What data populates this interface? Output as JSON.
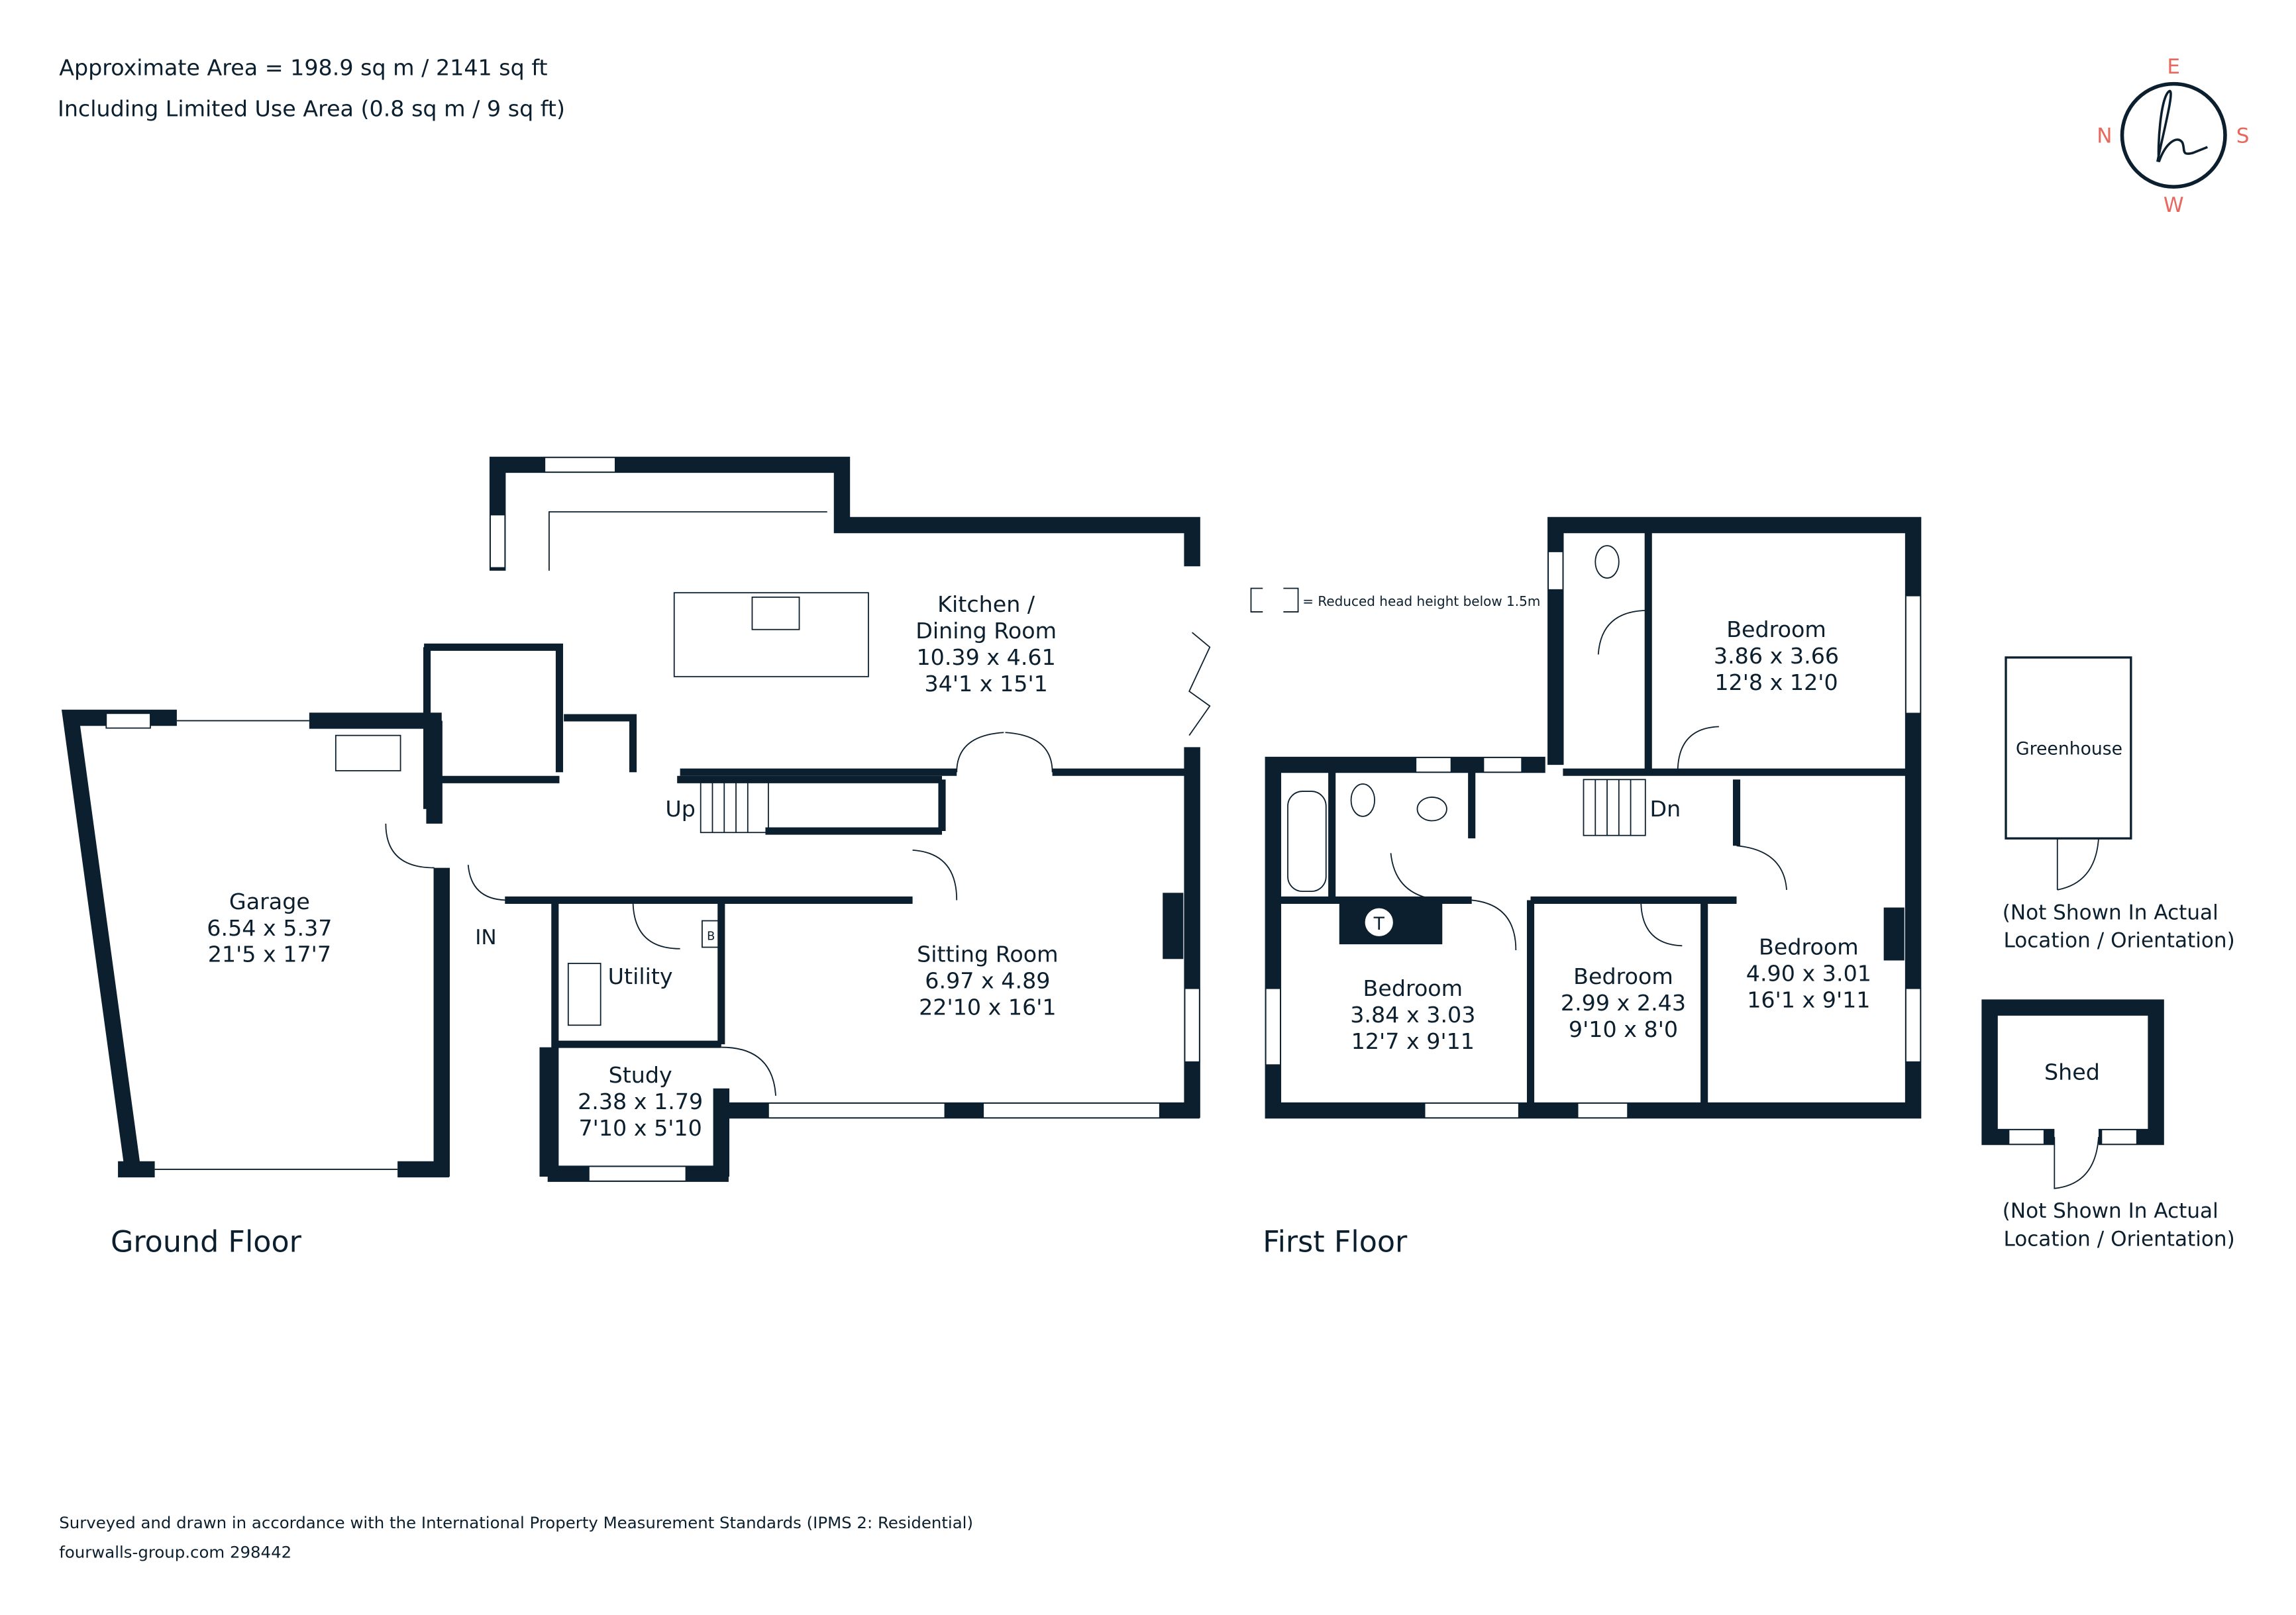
{
  "header": {
    "area": "Approximate Area = 198.9 sq m / 2141 sq ft",
    "limited_area": "Including Limited Use Area (0.8 sq m / 9 sq ft)"
  },
  "compass": {
    "n": "N",
    "e": "E",
    "s": "S",
    "w": "W",
    "accent_color": "#e8685e",
    "logo_letter": "h"
  },
  "legend": {
    "text": "= Reduced head height below 1.5m"
  },
  "ground_floor": {
    "title": "Ground Floor",
    "rooms": [
      {
        "name": "Kitchen /",
        "name2": "Dining Room",
        "metric": "10.39 x 4.61",
        "imperial": "34'1 x 15'1"
      },
      {
        "name": "Garage",
        "metric": "6.54 x 5.37",
        "imperial": "21'5 x 17'7"
      },
      {
        "name": "Sitting Room",
        "metric": "6.97 x 4.89",
        "imperial": "22'10 x 16'1"
      },
      {
        "name": "Utility"
      },
      {
        "name": "Study",
        "metric": "2.38 x 1.79",
        "imperial": "7'10 x 5'10"
      }
    ],
    "labels": {
      "up": "Up",
      "in": "IN",
      "boiler": "B"
    }
  },
  "first_floor": {
    "title": "First Floor",
    "rooms": [
      {
        "name": "Bedroom",
        "metric": "3.86 x 3.66",
        "imperial": "12'8 x 12'0"
      },
      {
        "name": "Bedroom",
        "metric": "3.84 x 3.03",
        "imperial": "12'7 x 9'11"
      },
      {
        "name": "Bedroom",
        "metric": "2.99 x 2.43",
        "imperial": "9'10 x 8'0"
      },
      {
        "name": "Bedroom",
        "metric": "4.90 x 3.01",
        "imperial": "16'1 x 9'11"
      }
    ],
    "labels": {
      "dn": "Dn",
      "tank": "T"
    }
  },
  "outbuildings": {
    "greenhouse": {
      "name": "Greenhouse",
      "note1": "(Not Shown In Actual",
      "note2": "Location / Orientation)"
    },
    "shed": {
      "name": "Shed",
      "note1": "(Not Shown In Actual",
      "note2": "Location / Orientation)"
    }
  },
  "footer": {
    "standards": "Surveyed and drawn in accordance with the International Property Measurement Standards (IPMS 2: Residential)",
    "ref": "fourwalls-group.com 298442"
  }
}
